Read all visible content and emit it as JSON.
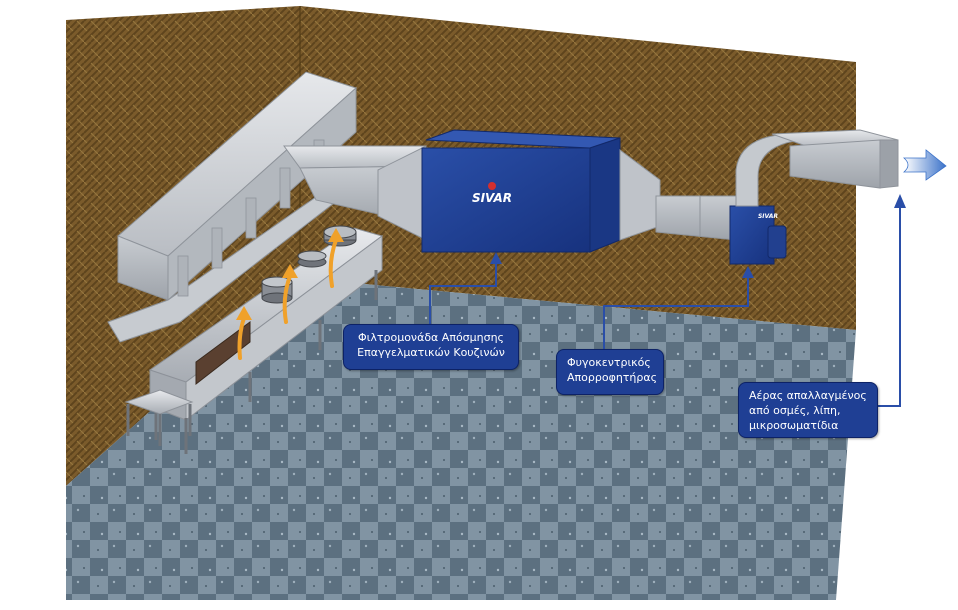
{
  "filter_unit": {
    "line1": "Φιλτρομονάδα Απόσμησης",
    "line2": "Επαγγελματικών Κουζινών"
  },
  "centrifugal_fan": {
    "line1": "Φυγοκεντρικός",
    "line2": "Απορροφητήρας"
  },
  "clean_air": {
    "line1": "Αέρας απαλλαγμένος",
    "line2": "από οσμές, λίπη,",
    "line3": "μικροσωματίδια"
  },
  "brand": {
    "logo_text": "SIVAR"
  },
  "colors": {
    "wall": "#7a5a2a",
    "floor": "#6f8494",
    "duct": "#c9ccd1",
    "filter_box": "#1f3f94",
    "callout": "#1f3f94",
    "arrow_blue": "#2a4ea8",
    "steam_arrow": "#f0a12a"
  }
}
